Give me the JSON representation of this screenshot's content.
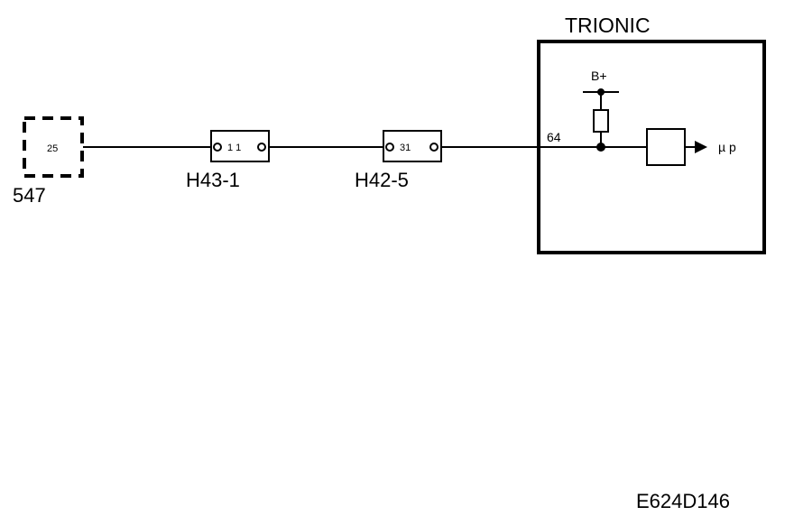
{
  "module": {
    "title": "TRIONIC",
    "pin": "64",
    "supply": "B+",
    "output": "µ p"
  },
  "component": {
    "id": "547",
    "pin": "25"
  },
  "connectors": [
    {
      "name": "H43-1",
      "pin": "1 1"
    },
    {
      "name": "H42-5",
      "pin": "31"
    }
  ],
  "drawing_ref": "E624D146"
}
